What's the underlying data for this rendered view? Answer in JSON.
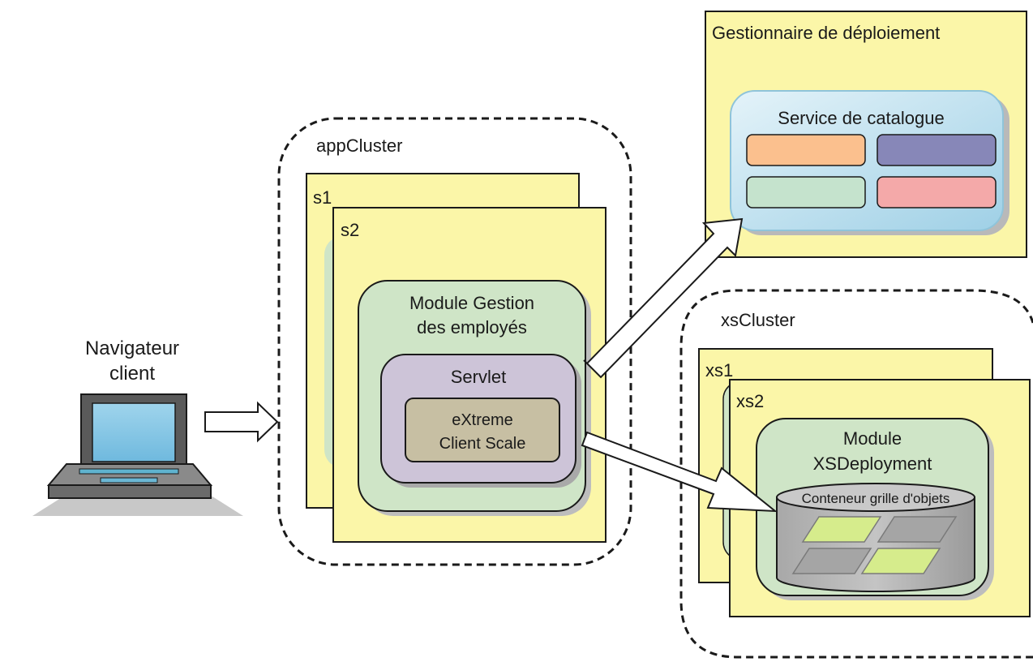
{
  "client": {
    "label_line1": "Navigateur",
    "label_line2": "client"
  },
  "app_cluster": {
    "label": "appCluster",
    "server_s1": "s1",
    "server_s2": "s2",
    "module_line1": "Module Gestion",
    "module_line2": "des employés",
    "servlet": "Servlet",
    "client_scale_line1": "eXtreme",
    "client_scale_line2": "Client Scale"
  },
  "deployment_manager": {
    "label": "Gestionnaire de déploiement",
    "catalog_service": "Service de catalogue"
  },
  "xs_cluster": {
    "label": "xsCluster",
    "server_xs1": "xs1",
    "server_xs2": "xs2",
    "module_line1": "Module",
    "module_line2": "XSDeployment",
    "container": "Conteneur grille d'objets"
  },
  "colors": {
    "server_yellow": "#fbf6a8",
    "module_green": "#cfe5c7",
    "servlet_purple": "#cdc4d8",
    "client_scale_tan": "#c7bfa3",
    "catalog_blue": "#bde0ee",
    "partition_orange": "#fbc08e",
    "partition_purple": "#8787b8",
    "partition_green": "#c5e3cd",
    "partition_pink": "#f4a9a9",
    "shard_green": "#d6ec8c",
    "shard_gray": "#a5a5a5"
  }
}
